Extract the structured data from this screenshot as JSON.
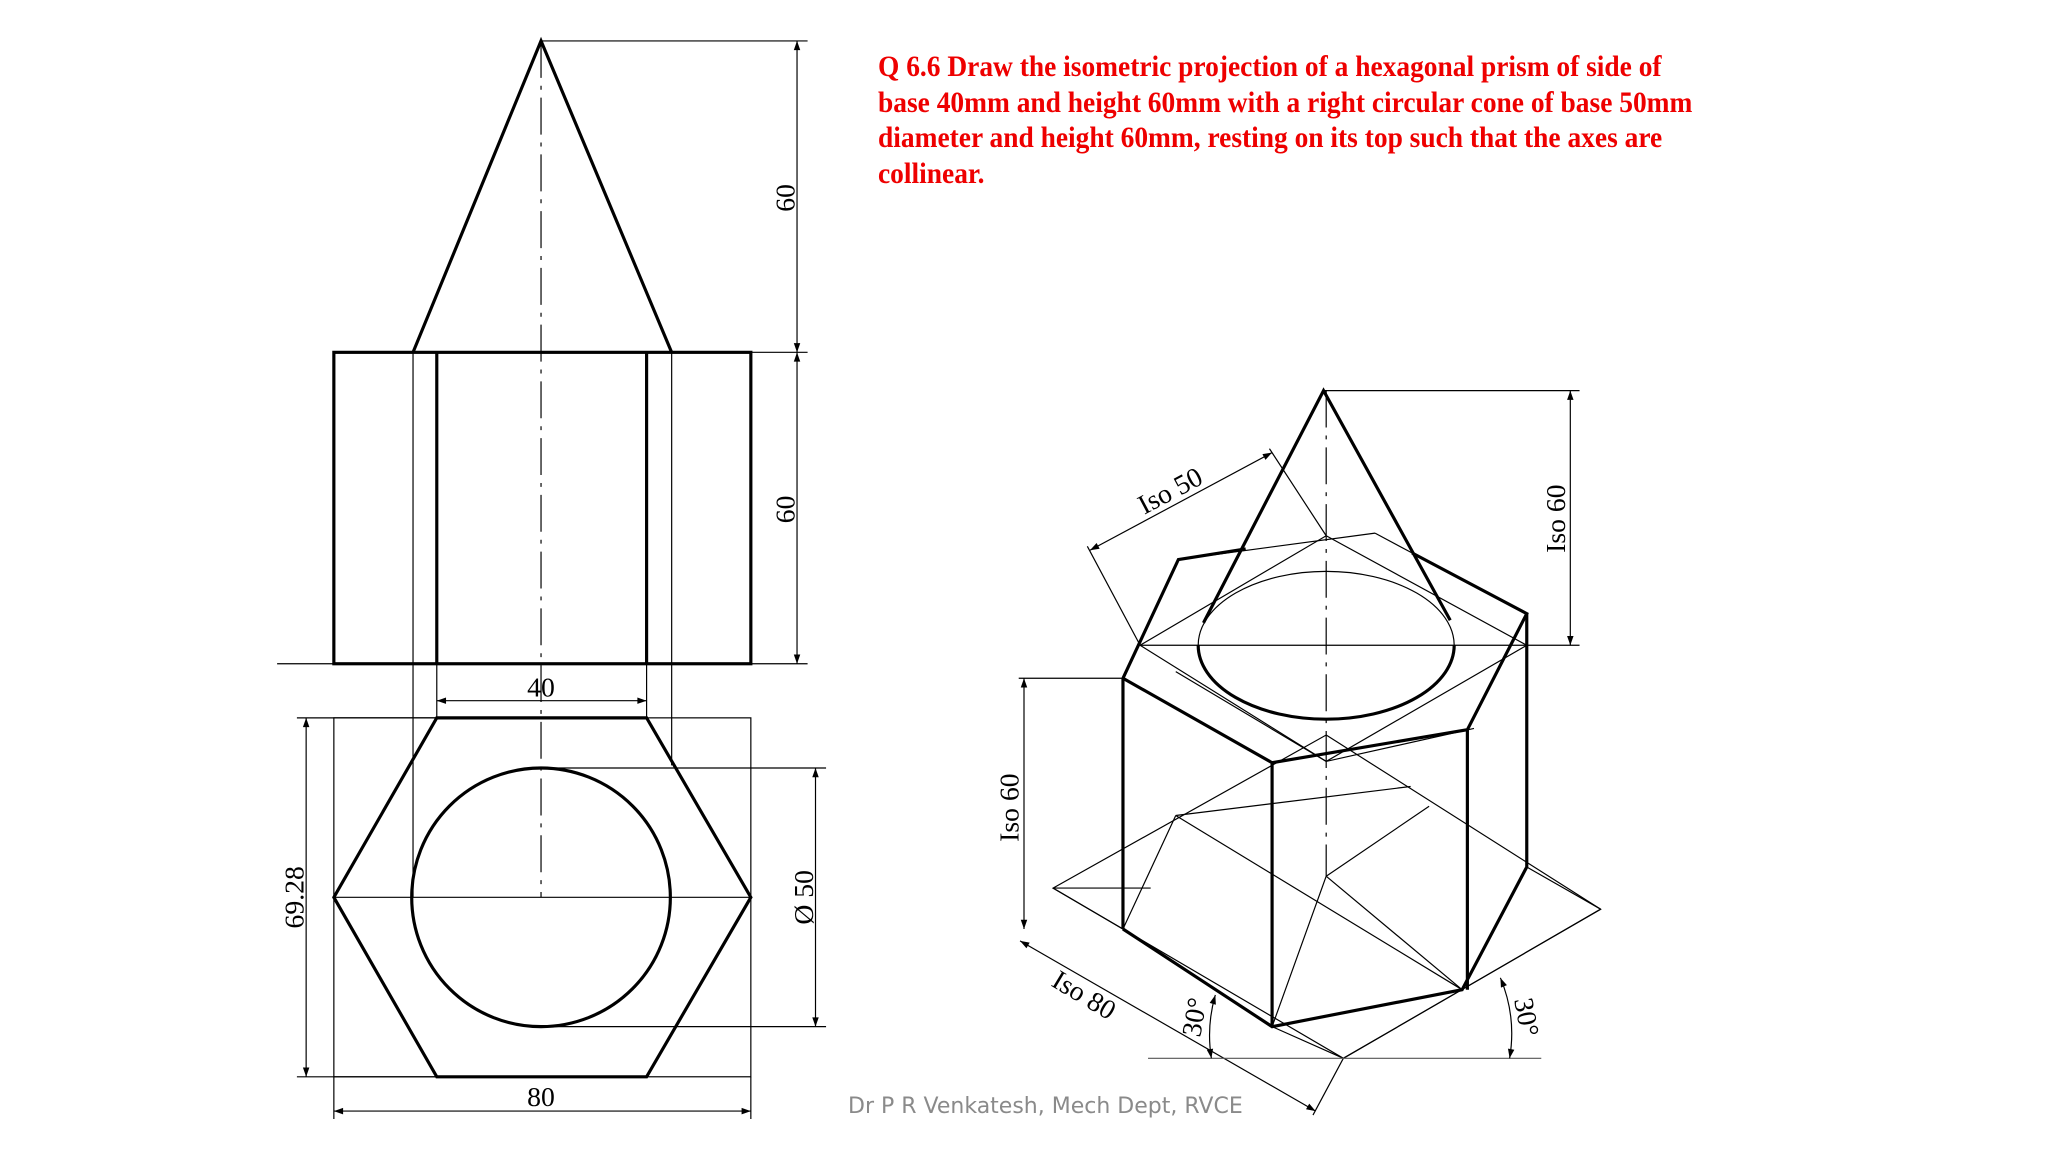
{
  "question": {
    "text": "Q 6.6 Draw the isometric projection of a hexagonal prism of side of base 40mm and height 60mm with a right circular cone of base 50mm diameter and height 60mm, resting on its top such that the axes are collinear."
  },
  "footer": {
    "credit": "Dr P R Venkatesh, Mech Dept, RVCE"
  },
  "orthographic": {
    "front_view": {
      "dims": {
        "cone_height": "60",
        "prism_height": "60"
      }
    },
    "top_view": {
      "dims": {
        "side": "40",
        "across_corners": "80",
        "across_flats": "69.28",
        "cone_diameter": "Ø 50"
      }
    }
  },
  "isometric": {
    "dims": {
      "iso_diameter": "Iso 50",
      "iso_cone_height": "Iso 60",
      "iso_prism_height": "Iso 60",
      "iso_across_corners": "Iso 80",
      "angle_left": "30°",
      "angle_right": "30°"
    }
  }
}
